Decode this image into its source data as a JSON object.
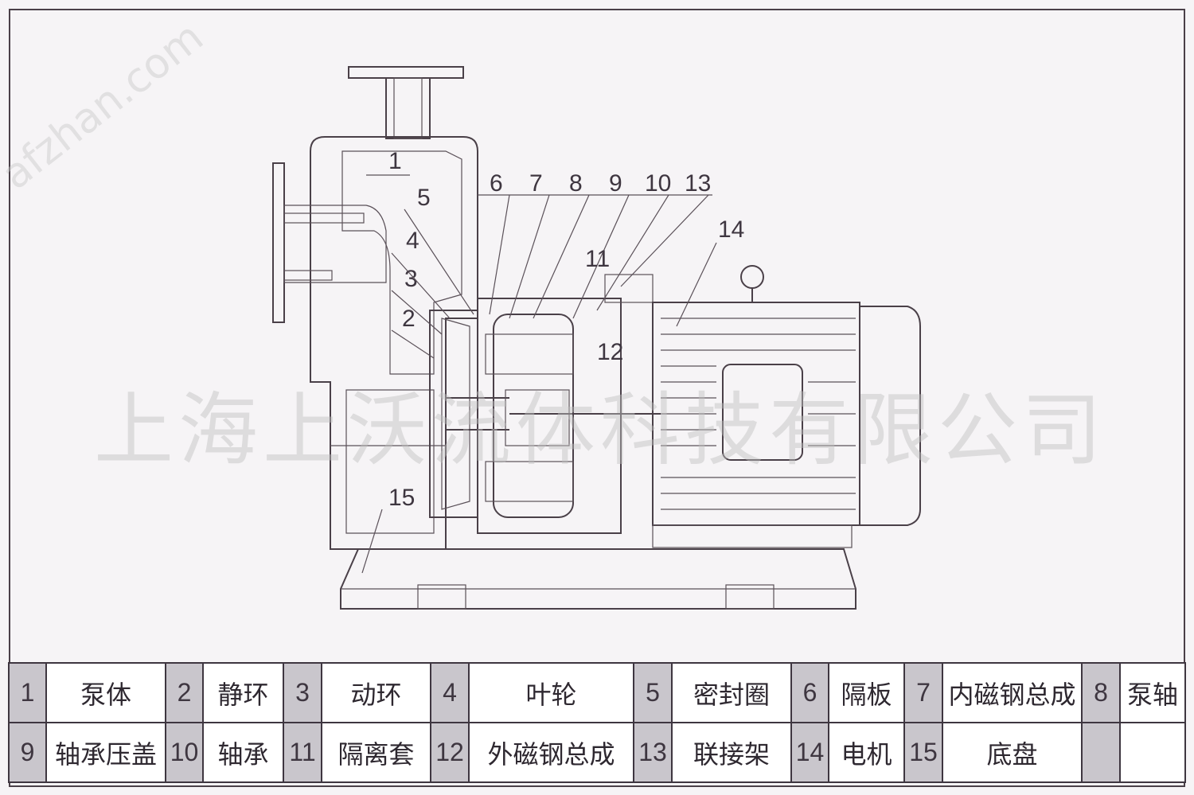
{
  "watermark": "上海上沃流体科技有限公司",
  "site_watermark": "afzhan.com",
  "callouts": [
    "1",
    "2",
    "3",
    "4",
    "5",
    "6",
    "7",
    "8",
    "9",
    "10",
    "11",
    "12",
    "13",
    "14",
    "15"
  ],
  "parts": [
    {
      "no": "1",
      "name": "泵体"
    },
    {
      "no": "2",
      "name": "静环"
    },
    {
      "no": "3",
      "name": "动环"
    },
    {
      "no": "4",
      "name": "叶轮"
    },
    {
      "no": "5",
      "name": "密封圈"
    },
    {
      "no": "6",
      "name": "隔板"
    },
    {
      "no": "7",
      "name": "内磁钢总成"
    },
    {
      "no": "8",
      "name": "泵轴"
    },
    {
      "no": "9",
      "name": "轴承压盖"
    },
    {
      "no": "10",
      "name": "轴承"
    },
    {
      "no": "11",
      "name": "隔离套"
    },
    {
      "no": "12",
      "name": "外磁钢总成"
    },
    {
      "no": "13",
      "name": "联接架"
    },
    {
      "no": "14",
      "name": "电机"
    },
    {
      "no": "15",
      "name": "底盘"
    }
  ]
}
